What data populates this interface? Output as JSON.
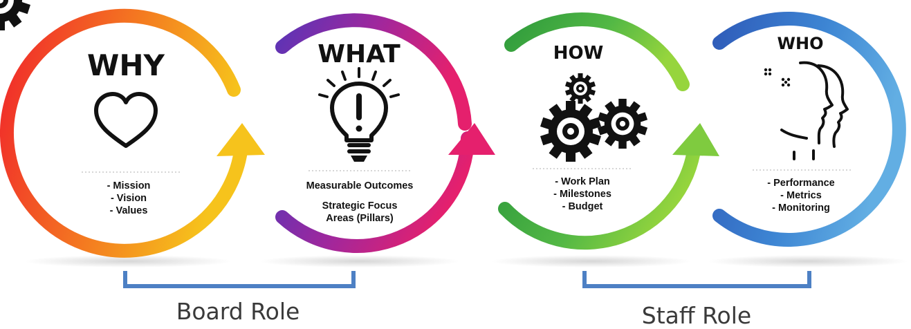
{
  "stages": [
    {
      "title": "WHY",
      "icon": "heart-icon",
      "items": [
        "- Mission",
        "- Vision",
        "- Values"
      ]
    },
    {
      "title": "WHAT",
      "icon": "lightbulb-exclamation-icon",
      "items": [
        "Measurable Outcomes",
        "Strategic Focus",
        "Areas (Pillars)"
      ]
    },
    {
      "title": "HOW",
      "icon": "gears-icon",
      "items": [
        "- Work Plan",
        "- Milestones",
        "- Budget"
      ]
    },
    {
      "title": "WHO",
      "icon": "human-profiles-icon",
      "items": [
        "- Performance",
        "- Metrics",
        "- Monitoring"
      ]
    }
  ],
  "roles": {
    "board": "Board Role",
    "staff": "Staff Role"
  },
  "colors": {
    "why_gradient": [
      "#f0262b",
      "#f47c20",
      "#f6c31c"
    ],
    "what_gradient": [
      "#5b34b6",
      "#a1279c",
      "#e5206d"
    ],
    "how_gradient": [
      "#2f9b3c",
      "#53b845",
      "#96d53d"
    ],
    "who_gradient": [
      "#2f5dba",
      "#3d85d3",
      "#62aee3"
    ],
    "bracket": "#4d80c4",
    "text": "#111111"
  }
}
